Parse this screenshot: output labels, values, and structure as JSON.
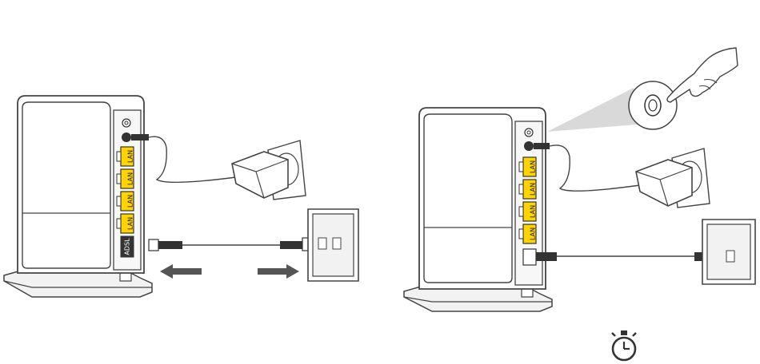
{
  "colors": {
    "accent_port": "#ffd400",
    "line": "#444444",
    "panel": "#f2f2f2",
    "cone": "#d9d9d9",
    "dark": "#333333"
  },
  "left_panel": {
    "ports": [
      "LAN",
      "LAN",
      "LAN",
      "LAN"
    ],
    "adsl_port": "ADSL",
    "arrow_icons": [
      "arrow-left-icon",
      "arrow-right-icon"
    ]
  },
  "right_panel": {
    "ports": [
      "LAN",
      "LAN",
      "LAN",
      "LAN"
    ],
    "callout": "power-button-icon",
    "timer": "stopwatch-icon"
  }
}
